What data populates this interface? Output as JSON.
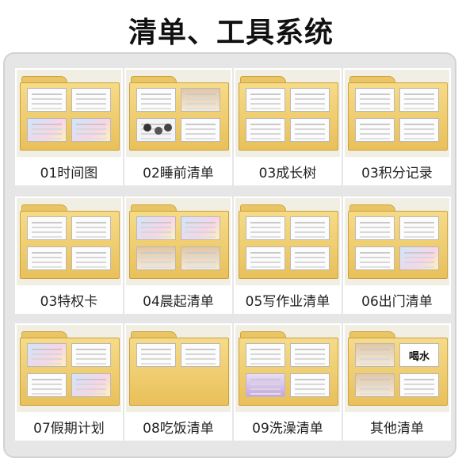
{
  "page": {
    "title": "清单、工具系统"
  },
  "folders": [
    {
      "label": "01时间图",
      "icon": "folder-icon"
    },
    {
      "label": "02睡前清单",
      "icon": "folder-icon"
    },
    {
      "label": "03成长树",
      "icon": "folder-icon"
    },
    {
      "label": "03积分记录",
      "icon": "folder-icon"
    },
    {
      "label": "03特权卡",
      "icon": "folder-icon"
    },
    {
      "label": "04晨起清单",
      "icon": "folder-icon"
    },
    {
      "label": "05写作业清单",
      "icon": "folder-icon"
    },
    {
      "label": "06出门清单",
      "icon": "folder-icon"
    },
    {
      "label": "07假期计划",
      "icon": "folder-icon"
    },
    {
      "label": "08吃饭清单",
      "icon": "folder-icon"
    },
    {
      "label": "09洗澡清单",
      "icon": "folder-icon"
    },
    {
      "label": "其他清单",
      "icon": "folder-icon"
    }
  ],
  "thumbs": {
    "08_badge": "喝水"
  },
  "colors": {
    "folder_fill": "#f0cf72",
    "folder_border": "#c9a040",
    "panel_bg": "#e6e6e6"
  }
}
